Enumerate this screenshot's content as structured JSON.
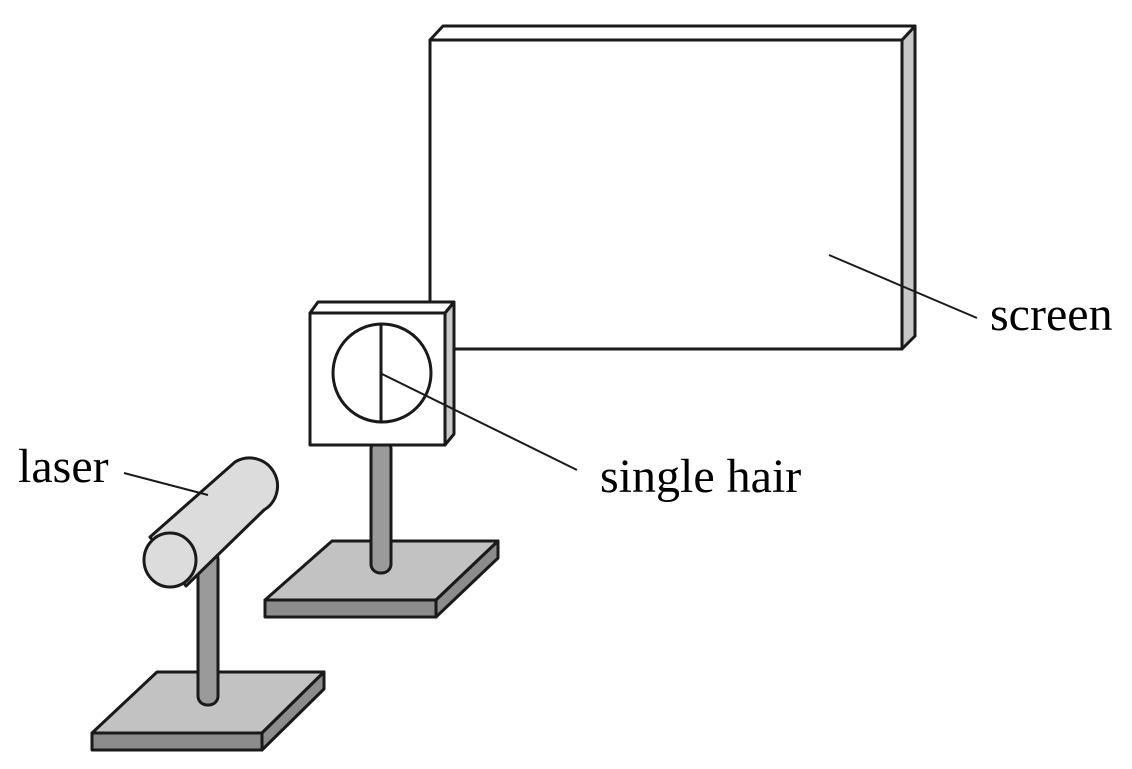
{
  "labels": {
    "screen": "screen",
    "single_hair": "single hair",
    "laser": "laser"
  },
  "colors": {
    "outline": "#1a1a1a",
    "white": "#ffffff",
    "light_gray": "#c8c8c8",
    "base_top": "#c2c2c2",
    "base_side": "#8c8c8c",
    "rod": "#9a9a9a",
    "laser_body": "#dcdcdc"
  }
}
